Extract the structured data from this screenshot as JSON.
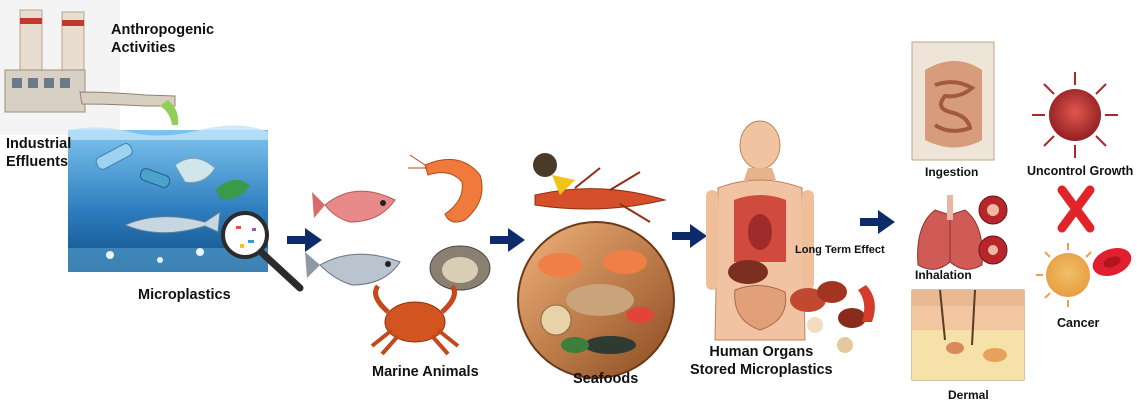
{
  "labels": {
    "anthropogenic_activities": [
      "Anthropogenic",
      "Activities"
    ],
    "industrial_effluents": [
      "Industrial",
      "Effluents"
    ],
    "microplastics": "Microplastics",
    "marine_animals": "Marine Animals",
    "seafoods": "Seafoods",
    "human_organs": [
      "Human Organs",
      "Stored Microplastics"
    ],
    "long_term_effect": "Long Term Effect",
    "ingestion": "Ingestion",
    "inhalation": "Inhalation",
    "dermal": "Dermal",
    "uncontrol_growth": "Uncontrol Growth",
    "cancer": "Cancer"
  },
  "colors": {
    "arrow": "#0d2b6b",
    "water": "#2f7fc0",
    "cancer_cell": "#b5282a",
    "red_ribbon": "#e1242a"
  },
  "icons": [
    "factory-icon",
    "ocean-plastics-icon",
    "magnifier-icon",
    "fish-icon",
    "shrimp-icon",
    "oyster-icon",
    "crab-icon",
    "seafood-platter-icon",
    "lobster-icon",
    "human-torso-icon",
    "lungs-icon",
    "intestine-icon",
    "skin-layers-icon",
    "cancer-cell-icon",
    "awareness-ribbon-icon",
    "red-blood-cell-icon"
  ]
}
